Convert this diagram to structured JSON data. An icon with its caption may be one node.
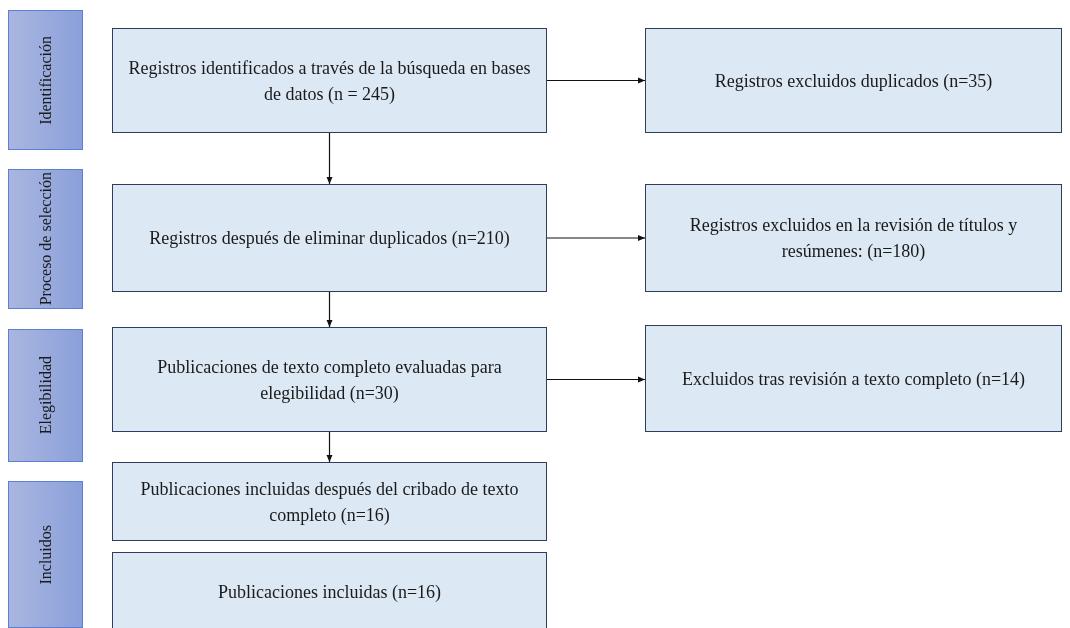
{
  "diagram": {
    "nodes": [
      {
        "text": [
          "Identificación"
        ]
      },
      {
        "text": [
          "Proceso de selección"
        ]
      },
      {
        "text": [
          "Elegibilidad"
        ]
      },
      {
        "text": [
          "Incluidos"
        ]
      },
      {
        "text": [
          "Registros identificados a través de la búsqueda en bases de datos (n = 245)"
        ]
      },
      {
        "text": [
          "Registros excluidos duplicados (n=35)"
        ]
      },
      {
        "text": [
          "Registros después de eliminar duplicados (n=210)"
        ]
      },
      {
        "text": [
          "Registros excluidos en la revisión de títulos y resúmenes: (n=180)"
        ]
      },
      {
        "text": [
          "Publicaciones de texto completo evaluadas para elegibilidad (n=30)"
        ]
      },
      {
        "text": [
          "Excluidos tras revisión a texto completo (n=14)"
        ]
      },
      {
        "text": [
          "Publicaciones incluidas después del cribado de texto completo (n=16)"
        ]
      },
      {
        "text": [
          "Publicaciones incluidas (n=16)"
        ]
      }
    ],
    "edges": [
      {
        "from": 4,
        "to": 6,
        "arrow": "to"
      },
      {
        "from": 4,
        "to": 5,
        "arrow": "to"
      },
      {
        "from": 6,
        "to": 8,
        "arrow": "to"
      },
      {
        "from": 6,
        "to": 7,
        "arrow": "to"
      },
      {
        "from": 8,
        "to": 10,
        "arrow": "to"
      },
      {
        "from": 8,
        "to": 9,
        "arrow": "to"
      }
    ]
  }
}
